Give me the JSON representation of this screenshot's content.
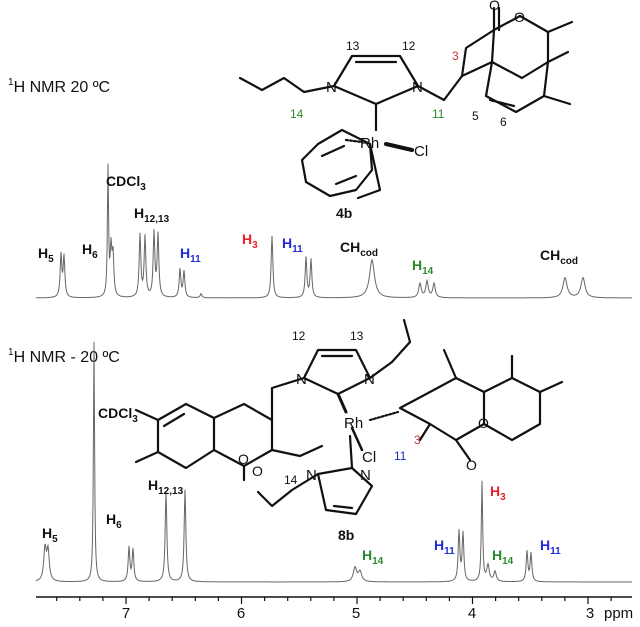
{
  "colors": {
    "black": "#111111",
    "trace": "#666666",
    "red": "#e8202a",
    "blue": "#1f2bd6",
    "green": "#2a8a2a",
    "pink": "#c8303a"
  },
  "top": {
    "title_sup": "1",
    "title_main": "H NMR 20 ºC",
    "cdcl3_main": "CDCl",
    "cdcl3_sub": "3",
    "peaks": [
      {
        "main": "H",
        "sub": "5",
        "color": "black"
      },
      {
        "main": "H",
        "sub": "6",
        "color": "black"
      },
      {
        "main": "H",
        "sub": "12,13",
        "color": "black"
      },
      {
        "main": "H",
        "sub": "11",
        "color": "blue"
      },
      {
        "main": "H",
        "sub": "3",
        "color": "red"
      },
      {
        "main": "H",
        "sub": "11",
        "color": "blue"
      },
      {
        "main": "CH",
        "sub": "cod",
        "color": "black"
      },
      {
        "main": "H",
        "sub": "14",
        "color": "green"
      },
      {
        "main": "CH",
        "sub": "cod",
        "color": "black"
      }
    ],
    "compound": "4b",
    "atom_labels": {
      "c13": "13",
      "c12": "12",
      "c3": "3",
      "c11": "11",
      "c14": "14",
      "c5": "5",
      "c6": "6",
      "n1": "N",
      "n2": "N",
      "rh": "Rh",
      "cl": "Cl",
      "o1": "O",
      "o2": "O"
    }
  },
  "bottom": {
    "title_sup": "1",
    "title_main": "H NMR  - 20 ºC",
    "cdcl3_main": "CDCl",
    "cdcl3_sub": "3",
    "peaks": [
      {
        "main": "H",
        "sub": "5",
        "color": "black"
      },
      {
        "main": "H",
        "sub": "6",
        "color": "black"
      },
      {
        "main": "H",
        "sub": "12,13",
        "color": "black"
      },
      {
        "main": "H",
        "sub": "14",
        "color": "green"
      },
      {
        "main": "H",
        "sub": "11",
        "color": "blue"
      },
      {
        "main": "H",
        "sub": "3",
        "color": "red"
      },
      {
        "main": "H",
        "sub": "14",
        "color": "green"
      },
      {
        "main": "H",
        "sub": "11",
        "color": "blue"
      }
    ],
    "compound": "8b",
    "atom_labels": {
      "c12": "12",
      "c13": "13",
      "c3": "3",
      "c11": "11",
      "c14": "14",
      "n1": "N",
      "n2": "N",
      "n3": "N",
      "n4": "N",
      "rh": "Rh",
      "cl": "Cl",
      "o1": "O",
      "o2": "O",
      "o3": "O",
      "o4": "O"
    }
  },
  "axis": {
    "ticks": [
      "7",
      "6",
      "5",
      "4",
      "3"
    ],
    "unit": "ppm"
  }
}
